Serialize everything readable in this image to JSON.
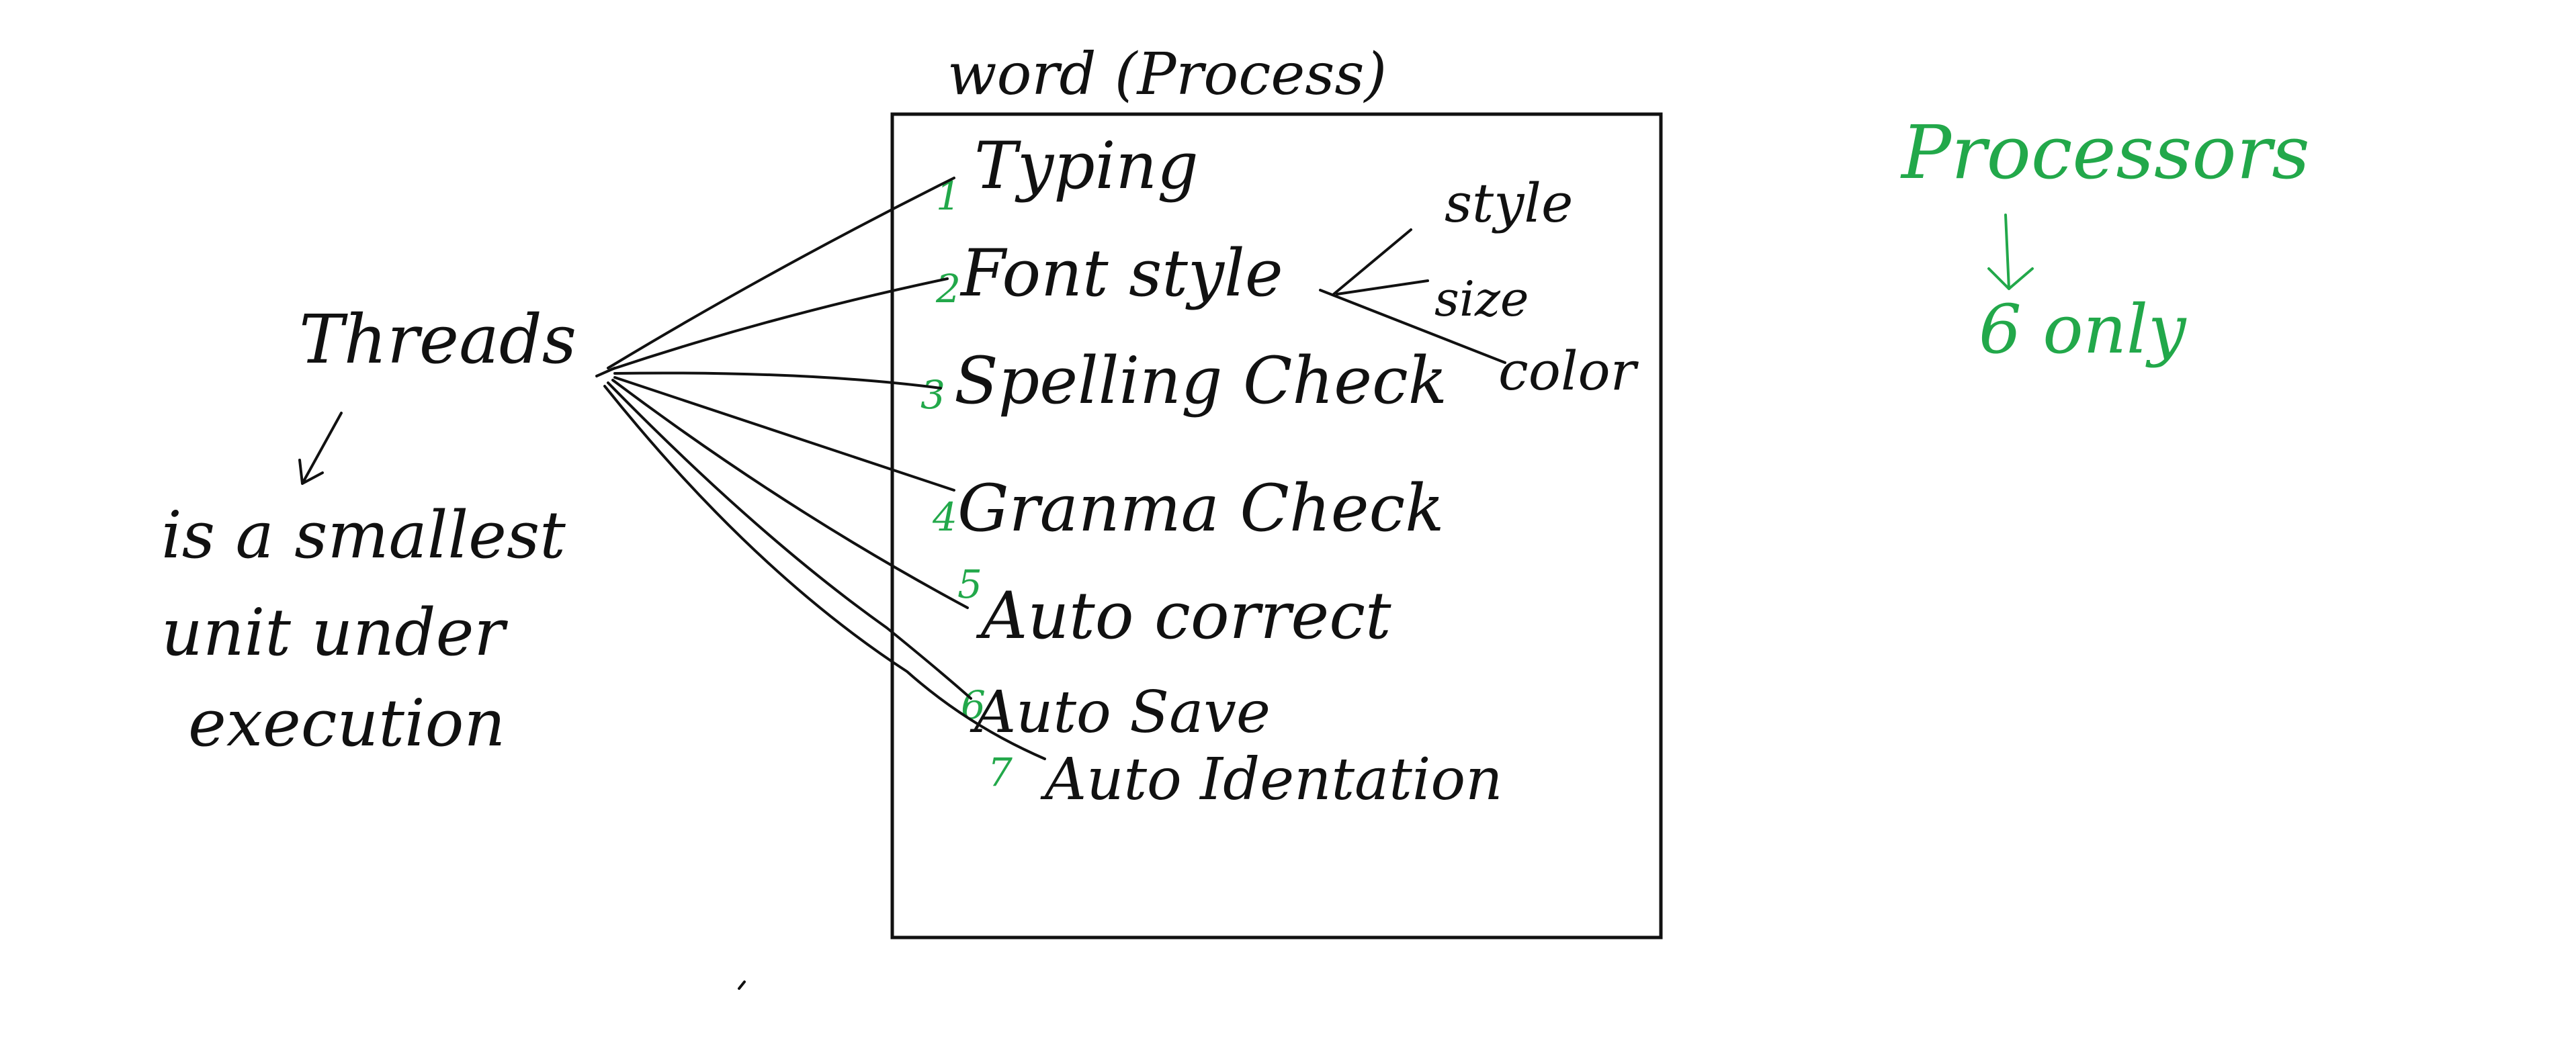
{
  "colors": {
    "ink": "#111111",
    "accent": "#22a84a",
    "background": "#ffffff"
  },
  "process": {
    "title": "word (Process)",
    "items": [
      {
        "number": "1",
        "label": "Typing"
      },
      {
        "number": "2",
        "label": "Font style"
      },
      {
        "number": "3",
        "label": "Spelling Check"
      },
      {
        "number": "4",
        "label": "Granma Check"
      },
      {
        "number": "5",
        "label": "Auto correct"
      },
      {
        "number": "6",
        "label": "Auto Save"
      },
      {
        "number": "7",
        "label": "Auto Identation"
      }
    ],
    "font_style_options": [
      "style",
      "size",
      "color"
    ]
  },
  "threads": {
    "label": "Threads",
    "definition_lines": [
      "is a smallest",
      "unit under",
      "execution"
    ]
  },
  "processors": {
    "label": "Processors",
    "note": "6 only"
  }
}
